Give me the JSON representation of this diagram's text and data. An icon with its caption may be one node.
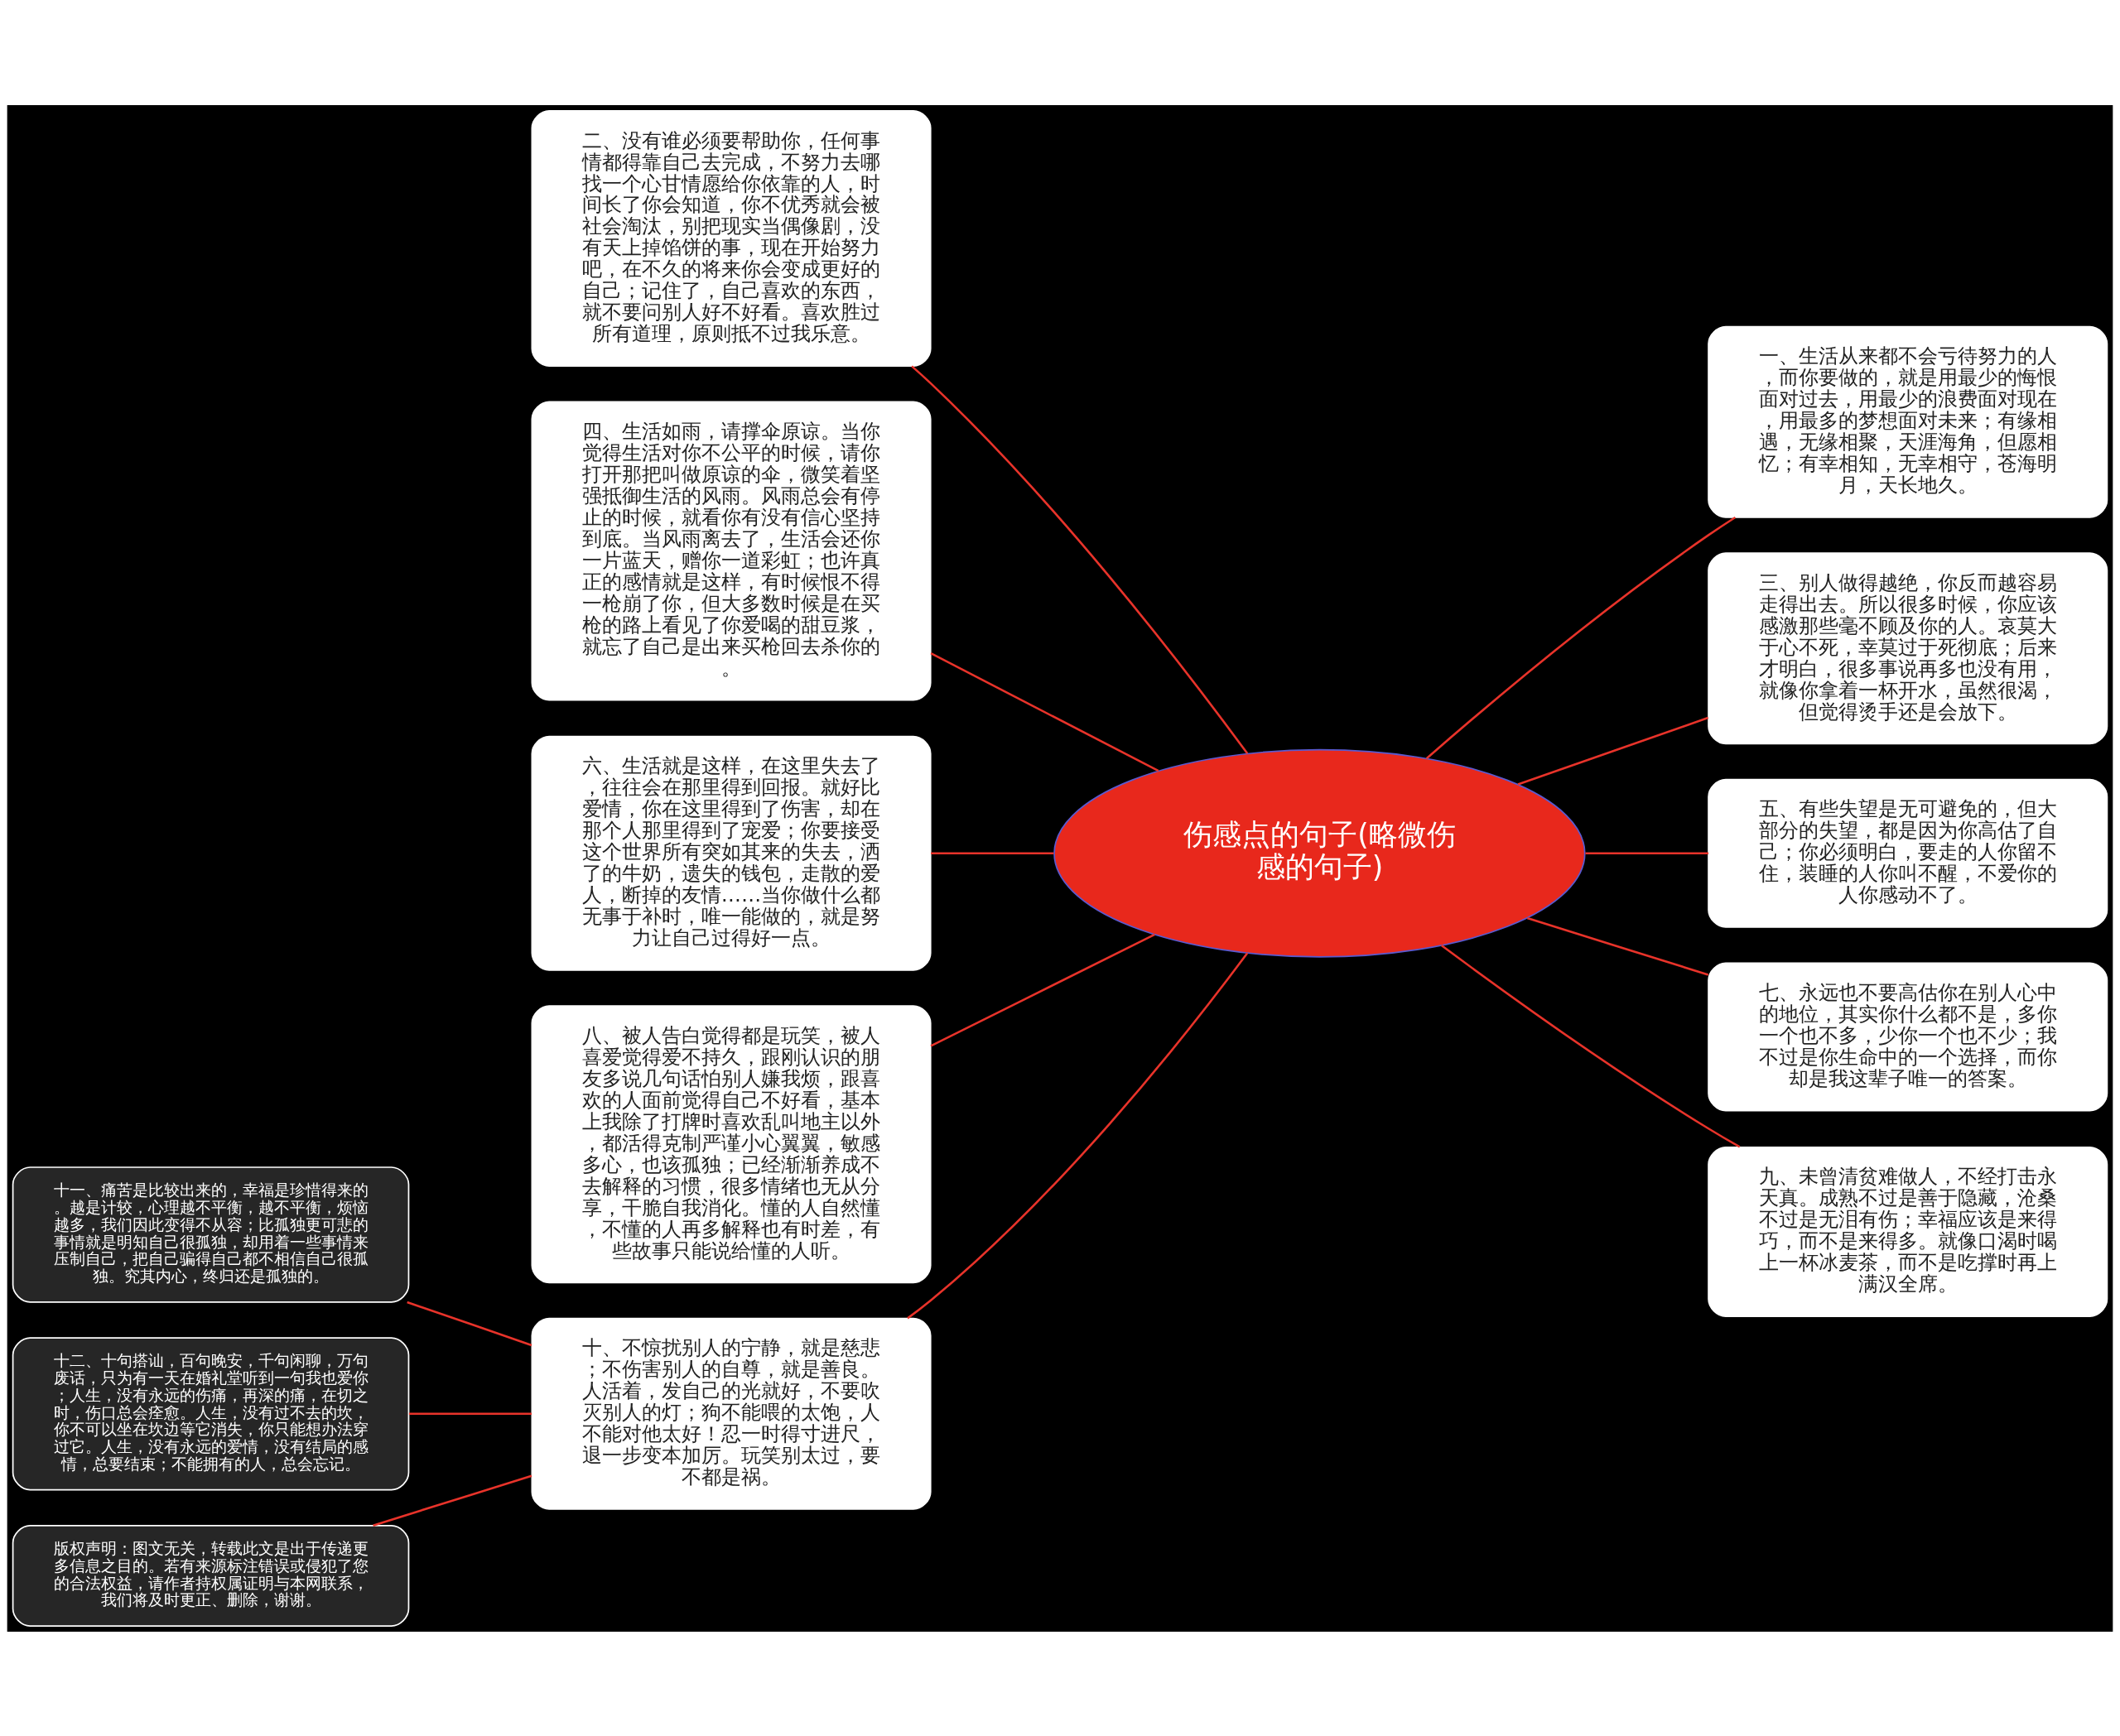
{
  "diagram": {
    "nodes": [
      {
        "text": [
          "伤感点的句子(略微伤感的句子)"
        ]
      },
      {
        "text": [
          "二、没有谁必须要帮助你，任何事情都得靠自己去完成，不努力去哪找一个心甘情愿给你依靠的人，时间长了你会知道，你不优秀就会被社会淘汰，别把现实当偶像剧，没有天上掉馅饼的事，现在开始努力吧，在不久的将来你会变成更好的自己；记住了，自己喜欢的东西，就不要问别人好不好看。喜欢胜过所有道理，原则抵不过我乐意。"
        ]
      },
      {
        "text": [
          "四、生活如雨，请撑伞原谅。当你觉得生活对你不公平的时候，请你打开那把叫做原谅的伞，微笑着坚强抵御生活的风雨。风雨总会有停止的时候，就看你有没有信心坚持到底。当风雨离去了，生活会还你一片蓝天，赠你一道彩虹；也许真正的感情就是这样，有时候恨不得一枪崩了你，但大多数时候是在买枪的路上看见了你爱喝的甜豆浆，就忘了自己是出来买枪回去杀你的。"
        ]
      },
      {
        "text": [
          "六、生活就是这样，在这里失去了，往往会在那里得到回报。就好比爱情，你在这里得到了伤害，却在那个人那里得到了宠爱；你要接受这个世界所有突如其来的失去，洒了的牛奶，遗失的钱包，走散的爱人，断掉的友情……当你做什么都无事于补时，唯一能做的，就是努力让自己过得好一点。"
        ]
      },
      {
        "text": [
          "八、被人告白觉得都是玩笑，被人喜爱觉得爱不持久，跟刚认识的朋友多说几句话怕别人嫌我烦，跟喜欢的人面前觉得自己不好看，基本上我除了打牌时喜欢乱叫地主以外，都活得克制严谨小心翼翼，敏感多心，也该孤独；已经渐渐养成不去解释的习惯，很多情绪也无从分享，干脆自我消化。懂的人自然懂，不懂的人再多解释也有时差，有些故事只能说给懂的人听。"
        ]
      },
      {
        "text": [
          "十、不惊扰别人的宁静，就是慈悲；不伤害别人的自尊，就是善良。人活着，发自己的光就好，不要吹灭别人的灯；狗不能喂的太饱，人不能对他太好！忍一时得寸进尺，退一步变本加厉。玩笑别太过，要不都是祸。"
        ]
      },
      {
        "text": [
          "十一、痛苦是比较出来的，幸福是珍惜得来的。越是计较，心理越不平衡，越不平衡，烦恼越多，我们因此变得不从容；比孤独更可悲的事情就是明知自己很孤独，却用着一些事情来压制自己，把自己骗得自己都不相信自己很孤独。究其内心，终归还是孤独的。"
        ]
      },
      {
        "text": [
          "十二、十句搭讪，百句晚安，千句闲聊，万句废话，只为有一天在婚礼堂听到一句我也爱你；人生，没有永远的伤痛，再深的痛，在切之时，伤口总会痊愈。人生，没有过不去的坎，你不可以坐在坎边等它消失，你只能想办法穿过它。人生，没有永远的爱情，没有结局的感情，总要结束；不能拥有的人，总会忘记。"
        ]
      },
      {
        "text": [
          "版权声明：图文无关，转载此文是出于传递更多信息之目的。若有来源标注错误或侵犯了您的合法权益，请作者持权属证明与本网联系，我们将及时更正、删除，谢谢。"
        ]
      },
      {
        "text": [
          "一、生活从来都不会亏待努力的人，而你要做的，就是用最少的悔恨面对过去，用最少的浪费面对现在，用最多的梦想面对未来；有缘相遇，无缘相聚，天涯海角，但愿相忆；有幸相知，无幸相守，苍海明月，天长地久。"
        ]
      },
      {
        "text": [
          "三、别人做得越绝，你反而越容易走得出去。所以很多时候，你应该感激那些毫不顾及你的人。哀莫大于心不死，幸莫过于死彻底；后来才明白，很多事说再多也没有用，就像你拿着一杯开水，虽然很渴，但觉得烫手还是会放下。"
        ]
      },
      {
        "text": [
          "五、有些失望是无可避免的，但大部分的失望，都是因为你高估了自己；你必须明白，要走的人你留不住，装睡的人你叫不醒，不爱你的人你感动不了。"
        ]
      },
      {
        "text": [
          "七、永远也不要高估你在别人心中的地位，其实你什么都不是，多你一个也不多，少你一个也不少；我不过是你生命中的一个选择，而你却是我这辈子唯一的答案。"
        ]
      },
      {
        "text": [
          "九、未曾清贫难做人，不经打击永天真。成熟不过是善于隐藏，沧桑不过是无泪有伤；幸福应该是来得巧，而不是来得多。就像口渴时喝上一杯冰麦茶，而不是吃撑时再上满汉全席。"
        ]
      }
    ],
    "edges": [
      {
        "from": 0,
        "to": 1,
        "arrow": "none"
      },
      {
        "from": 0,
        "to": 2,
        "arrow": "none"
      },
      {
        "from": 0,
        "to": 3,
        "arrow": "none"
      },
      {
        "from": 0,
        "to": 4,
        "arrow": "none"
      },
      {
        "from": 0,
        "to": 5,
        "arrow": "none"
      },
      {
        "from": 5,
        "to": 6,
        "arrow": "none"
      },
      {
        "from": 5,
        "to": 7,
        "arrow": "none"
      },
      {
        "from": 5,
        "to": 8,
        "arrow": "none"
      },
      {
        "from": 0,
        "to": 9,
        "arrow": "none"
      },
      {
        "from": 0,
        "to": 10,
        "arrow": "none"
      },
      {
        "from": 0,
        "to": 11,
        "arrow": "none"
      },
      {
        "from": 0,
        "to": 12,
        "arrow": "none"
      },
      {
        "from": 0,
        "to": 13,
        "arrow": "none"
      }
    ]
  }
}
